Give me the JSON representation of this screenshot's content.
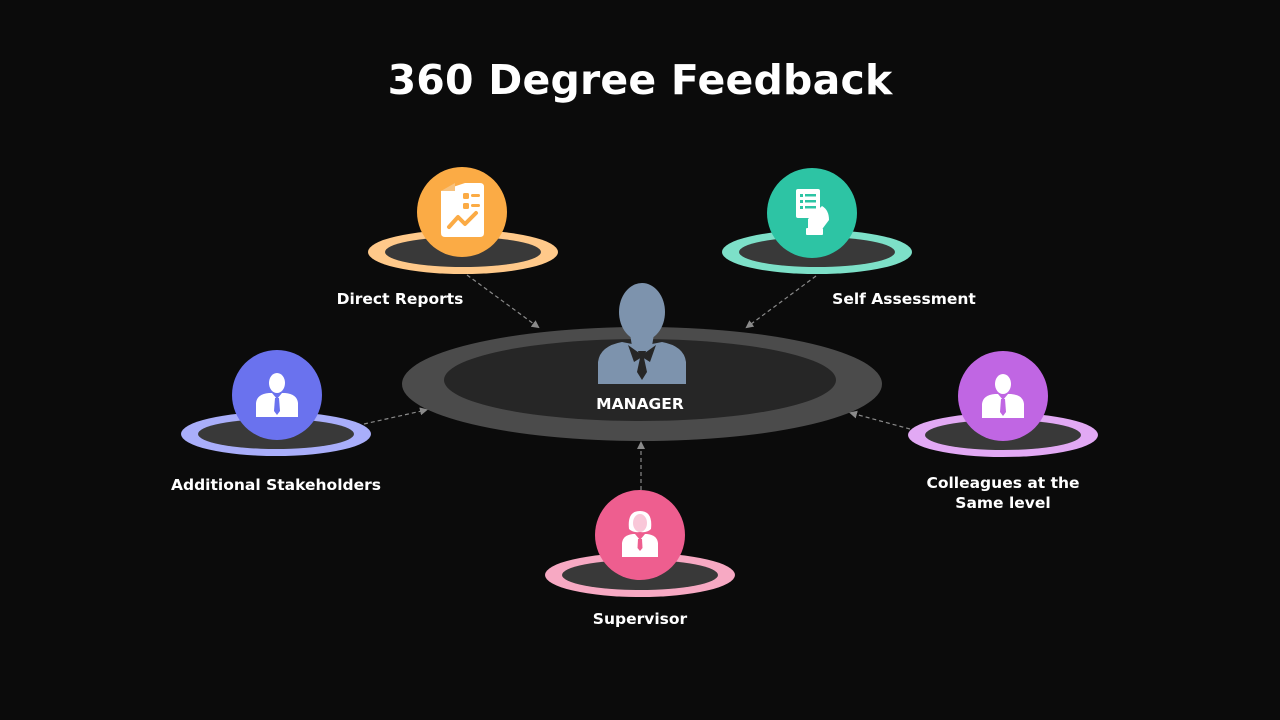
{
  "title": "360 Degree Feedback",
  "center": {
    "label": "MANAGER",
    "icon": "manager-silhouette-icon",
    "icon_color": "#7d93ad"
  },
  "nodes": [
    {
      "id": "direct-reports",
      "label": "Direct Reports",
      "icon": "report-document-icon",
      "color": "#fbab45",
      "ring_color": "#ffc98a"
    },
    {
      "id": "self-assessment",
      "label": "Self Assessment",
      "icon": "checklist-hand-icon",
      "color": "#2dc4a4",
      "ring_color": "#7de0c8"
    },
    {
      "id": "additional-stakeholders",
      "label": "Additional Stakeholders",
      "icon": "businessman-icon",
      "color": "#6a72ee",
      "ring_color": "#a9aefa"
    },
    {
      "id": "colleagues",
      "label": "Colleagues at the Same level",
      "icon": "businessman-icon",
      "color": "#c066e3",
      "ring_color": "#e2a9f4"
    },
    {
      "id": "supervisor",
      "label": "Supervisor",
      "icon": "businesswoman-icon",
      "color": "#ee5e8f",
      "ring_color": "#f7a9c3"
    }
  ]
}
